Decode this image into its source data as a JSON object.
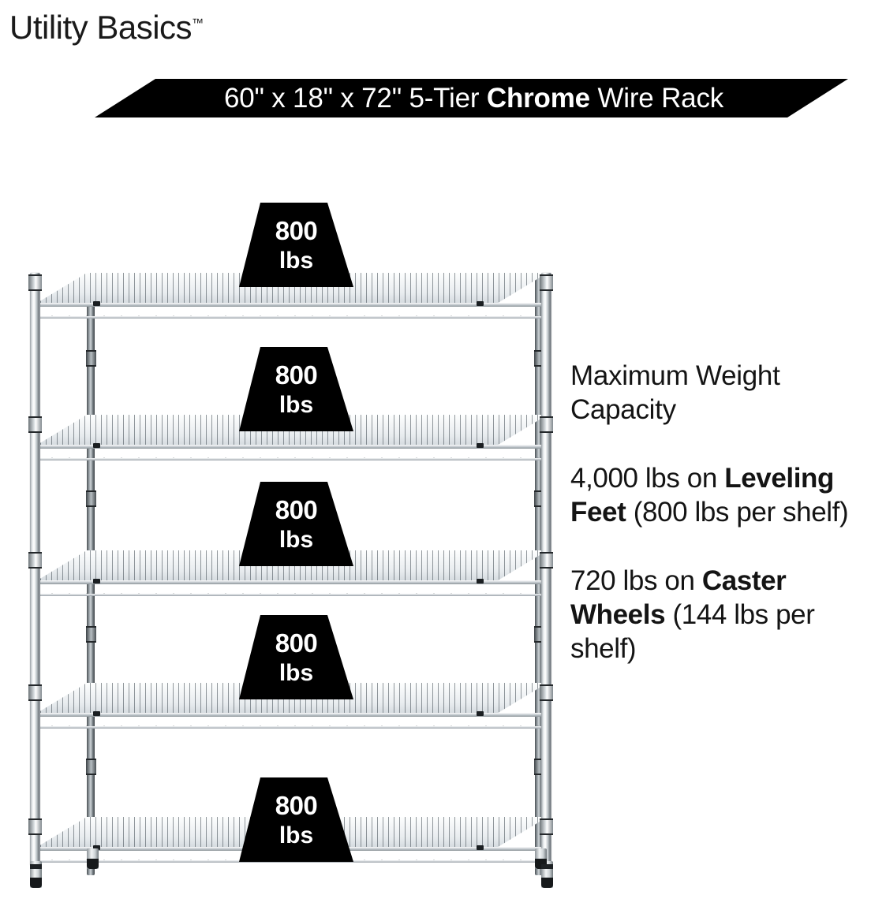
{
  "brand": {
    "name": "Utility Basics",
    "trademark": "™"
  },
  "banner": {
    "text_plain": "60\" x 18\" x 72\" 5-Tier Chrome Wire Rack",
    "prefix": "60\" x 18\" x 72\" 5-Tier ",
    "emphasis": "Chrome",
    "suffix": " Wire Rack",
    "background_color": "#000000",
    "text_color": "#ffffff"
  },
  "capacity": {
    "heading": "Maximum Weight Capacity",
    "leveling": {
      "total": "4,000 lbs on ",
      "bold": "Leveling Feet",
      "detail": " (800 lbs per shelf)"
    },
    "caster": {
      "total": "720 lbs on ",
      "bold": "Caster Wheels",
      "detail": " (144 lbs per shelf)"
    }
  },
  "rack": {
    "tier_count": 5,
    "shelf_badges": [
      {
        "weight": "800",
        "unit": "lbs"
      },
      {
        "weight": "800",
        "unit": "lbs"
      },
      {
        "weight": "800",
        "unit": "lbs"
      },
      {
        "weight": "800",
        "unit": "lbs"
      },
      {
        "weight": "800",
        "unit": "lbs"
      }
    ],
    "badge_bg": "#000000",
    "badge_text_color": "#ffffff",
    "finish": "chrome"
  }
}
